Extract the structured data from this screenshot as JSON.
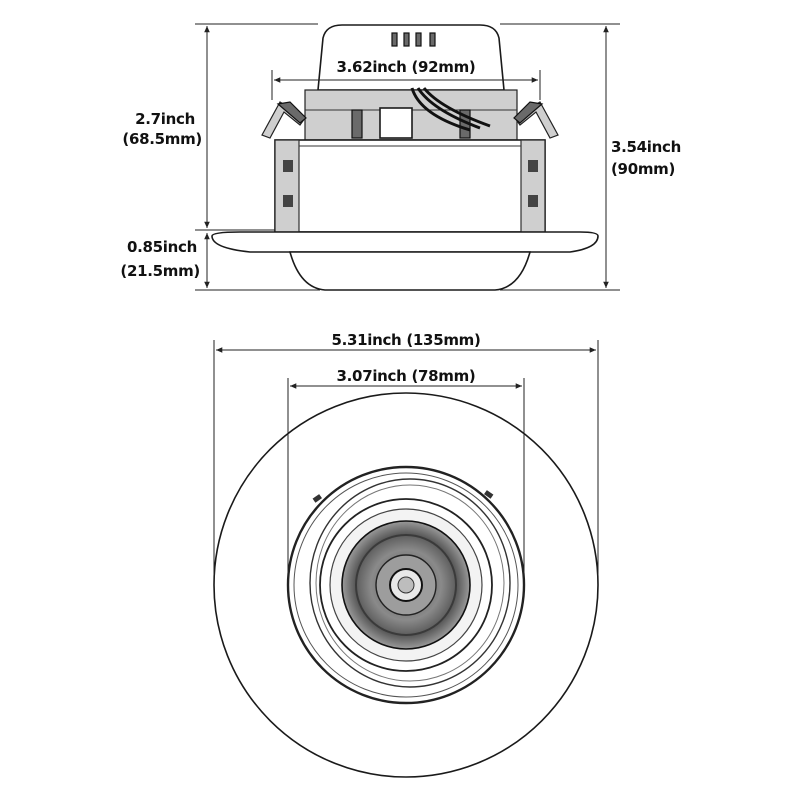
{
  "side_view": {
    "top_width": "3.62inch (92mm)",
    "body_height_in": "2.7inch",
    "body_height_mm": "(68.5mm)",
    "trim_height_in": "0.85inch",
    "trim_height_mm": "(21.5mm)",
    "total_height_in": "3.54inch",
    "total_height_mm": "(90mm)"
  },
  "front_view": {
    "outer_diameter": "5.31inch (135mm)",
    "cutout_diameter": "3.07inch (78mm)"
  }
}
